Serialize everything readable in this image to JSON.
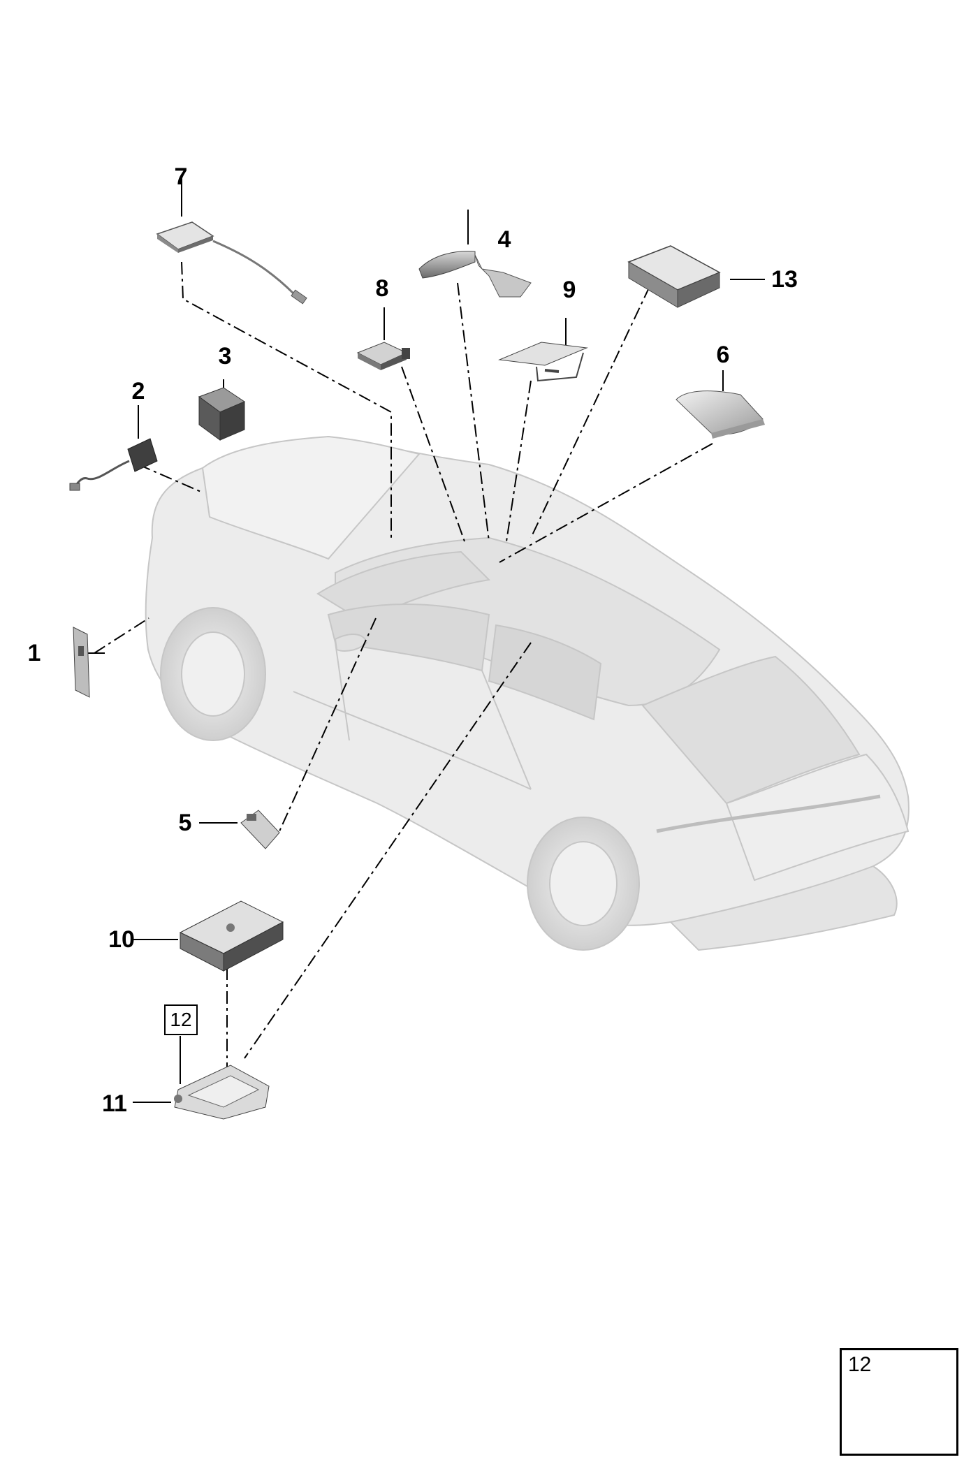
{
  "callouts": {
    "p1": "1",
    "p2": "2",
    "p3": "3",
    "p4": "4",
    "p5": "5",
    "p6": "6",
    "p7": "7",
    "p8": "8",
    "p9": "9",
    "p10": "10",
    "p11": "11",
    "p13": "13"
  },
  "boxed_ref": "12",
  "legend": {
    "label": "12"
  },
  "colors": {
    "car_fill": "#e9e9e9",
    "car_stroke": "#c9c9c9",
    "part_dark": "#6b6b6b",
    "line": "#000000"
  }
}
